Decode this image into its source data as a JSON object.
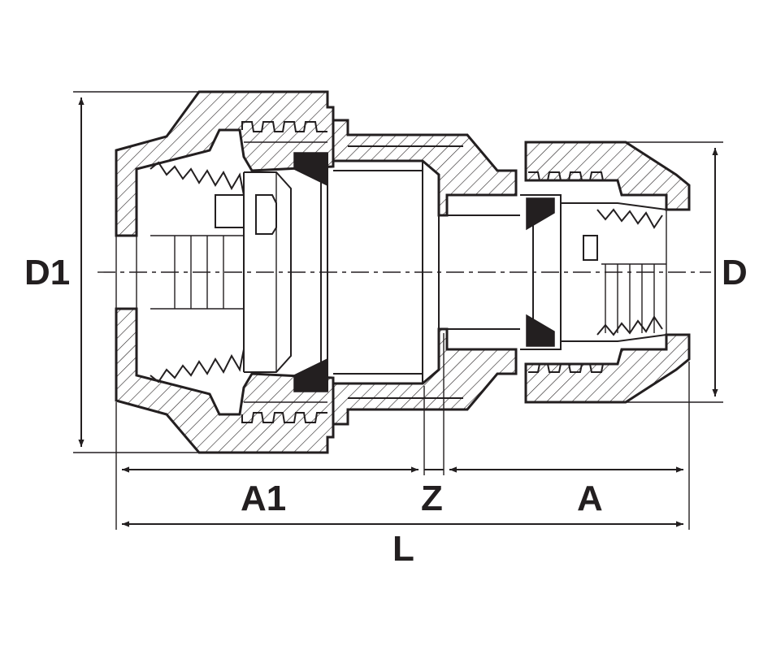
{
  "dimension_labels": {
    "d1": "D1",
    "d": "D",
    "a1": "A1",
    "z": "Z",
    "a": "A",
    "l": "L"
  },
  "colors": {
    "ink": "#231f20",
    "background": "#ffffff"
  }
}
